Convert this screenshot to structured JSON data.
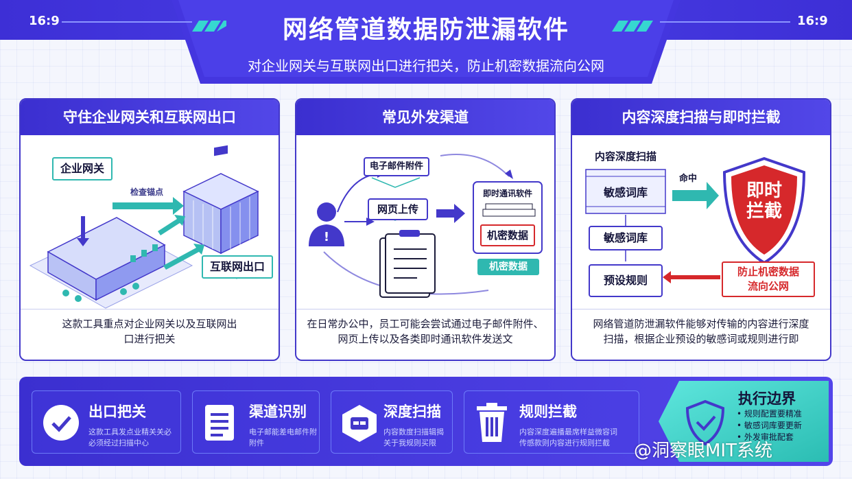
{
  "header": {
    "ratio_left": "16:9",
    "ratio_right": "16:9",
    "title": "网络管道数据防泄漏软件",
    "subtitle": "对企业网关与互联网出口进行把关，防止机密数据流向公网"
  },
  "panel1": {
    "title": "守住企业网关和互联网出口",
    "gateway": "企业网关",
    "checkpoint": "检查锚点",
    "exit": "互联网出口",
    "desc_l1": "这款工具重点对企业网关以及互联网出",
    "desc_l2": "口进行把关"
  },
  "panel2": {
    "title": "常见外发渠道",
    "email": "电子邮件附件",
    "web": "网页上传",
    "im": "即时通讯软件",
    "secret_box": "机密数据",
    "secret_tag": "机密数据",
    "desc_l1": "在日常办公中，员工可能会尝试通过电子邮件附件、",
    "desc_l2": "网页上传以及各类即时通讯软件发送文"
  },
  "panel3": {
    "title": "内容深度扫描与即时拦截",
    "scan": "内容深度扫描",
    "lex1": "敏感词库",
    "lex2": "敏感词库",
    "rule": "预设规则",
    "hit": "命中",
    "shield_l1": "即时",
    "shield_l2": "拦截",
    "block_l1": "防止机密数据",
    "block_l2": "流向公网",
    "desc_l1": "网络管道防泄漏软件能够对传输的内容进行深度",
    "desc_l2": "扫描，根据企业预设的敏感词或规则进行即"
  },
  "features": [
    {
      "title": "出口把关",
      "icon": "check-icon",
      "d1": "这款工具发点业精关关必",
      "d2": "必须经过扫描中心"
    },
    {
      "title": "渠道识别",
      "icon": "document-icon",
      "d1": "电子邮能差电邮件附",
      "d2": "附件"
    },
    {
      "title": "深度扫描",
      "icon": "scan-icon",
      "d1": "内容数度扫描辑揭",
      "d2": "关于我规则买限"
    },
    {
      "title": "规则拦截",
      "icon": "trash-icon",
      "d1": "内容深度遍播最席样益微容词",
      "d2": "传感款则内容进行规则拦截"
    }
  ],
  "boundary": {
    "title": "执行边界",
    "items": [
      "规则配置要精准",
      "敏感词库要更新",
      "外发审批配套"
    ]
  },
  "watermark": "@洞察眼MIT系统",
  "colors": {
    "primary": "#4338ca",
    "teal": "#2fb8b0",
    "red": "#d6282b"
  }
}
